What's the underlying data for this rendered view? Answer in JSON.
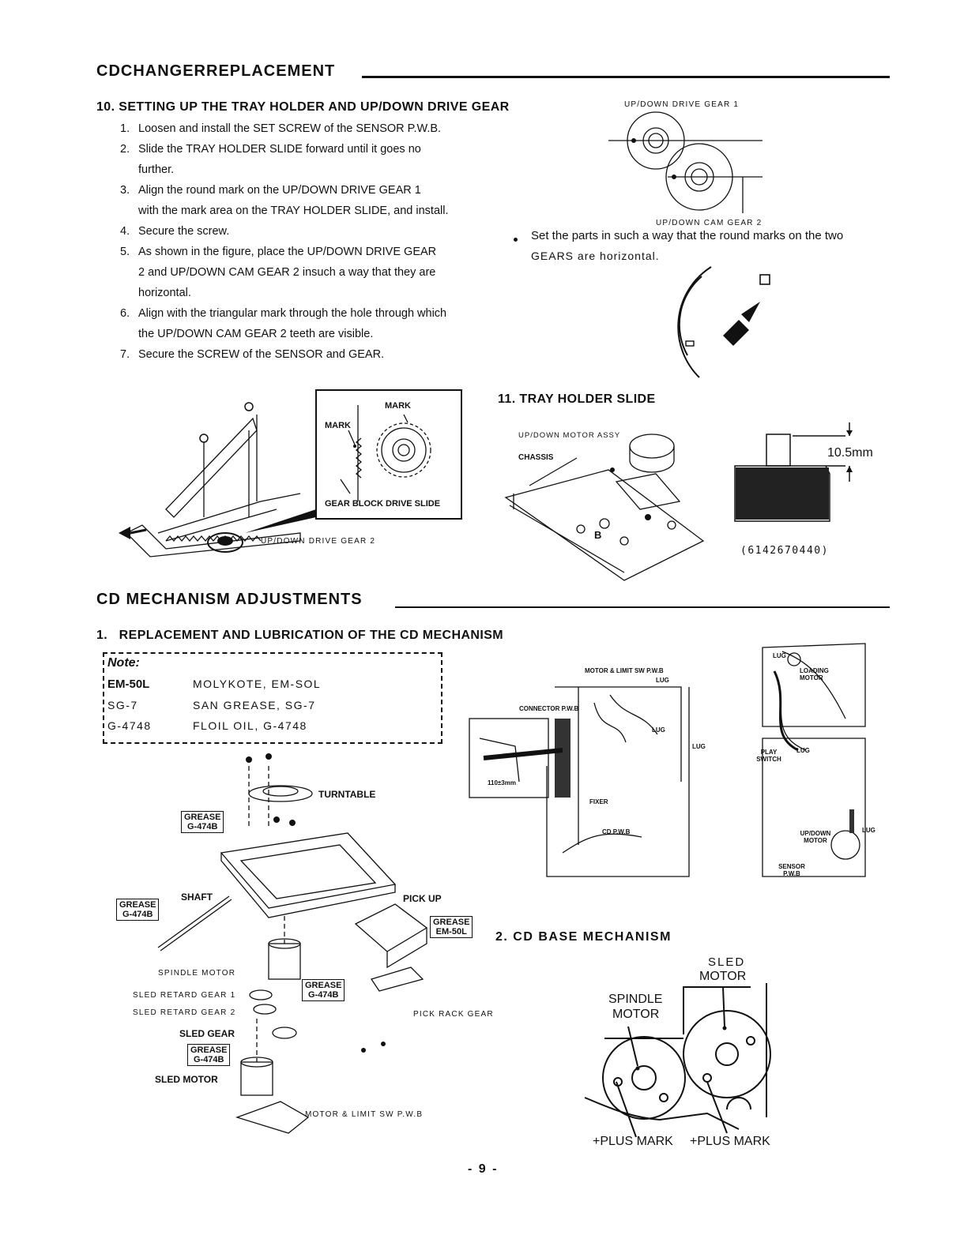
{
  "section1": {
    "title": "CDCHANGERREPLACEMENT",
    "sub10": {
      "heading": "10. SETTING UP THE TRAY HOLDER AND UP/DOWN DRIVE GEAR",
      "steps": [
        {
          "num": "1.",
          "lines": [
            "Loosen and install the SET SCREW of the SENSOR P.W.B."
          ]
        },
        {
          "num": "2.",
          "lines": [
            "Slide the TRAY HOLDER SLIDE forward until it goes no",
            "further."
          ]
        },
        {
          "num": "3.",
          "lines": [
            "Align the round mark on the UP/DOWN DRIVE GEAR 1",
            "with the mark area on the TRAY HOLDER SLIDE, and install."
          ]
        },
        {
          "num": "4.",
          "lines": [
            "Secure the screw."
          ]
        },
        {
          "num": "5.",
          "lines": [
            "As shown in the figure, place the UP/DOWN DRIVE GEAR",
            "2 and UP/DOWN CAM GEAR 2 insuch a way that they are",
            "horizontal."
          ]
        },
        {
          "num": "6.",
          "lines": [
            "Align with the triangular mark through the hole through which",
            "the UP/DOWN CAM GEAR 2 teeth are visible."
          ]
        },
        {
          "num": "7.",
          "lines": [
            "Secure the SCREW of the SENSOR and GEAR."
          ]
        }
      ],
      "gear_top_label": "UP/DOWN DRIVE GEAR 1",
      "gear_bottom_label": "UP/DOWN CAM GEAR 2",
      "bullet": [
        "Set the parts in such a way that the round marks on the two",
        "GEARS are horizontal."
      ],
      "fig": {
        "mark_a": "MARK",
        "mark_b": "MARK",
        "gear_block": "GEAR BLOCK DRIVE SLIDE",
        "drive_gear2": "UP/DOWN DRIVE GEAR 2"
      }
    },
    "sub11": {
      "heading": "11. TRAY HOLDER SLIDE",
      "motor_assy": "UP/DOWN MOTOR ASSY",
      "chassis": "CHASSIS",
      "b_label": "B",
      "dimension": "10.5mm",
      "part_no": "(6142670440)"
    }
  },
  "section2": {
    "title": "CD MECHANISM ADJUSTMENTS",
    "sub1_heading": "1.   REPLACEMENT AND LUBRICATION OF THE CD MECHANISM",
    "note": {
      "title": "Note:",
      "rows": [
        {
          "code": "EM-50L",
          "desc": "MOLYKOTE, EM-SOL"
        },
        {
          "code": "SG-7",
          "desc": "SAN GREASE, SG-7"
        },
        {
          "code": "G-4748",
          "desc": "FLOIL OIL, G-4748"
        }
      ]
    },
    "exploded": {
      "turntable": "TURNTABLE",
      "grease_1": "GREASE\nG-474B",
      "grease_2": "GREASE\nG-474B",
      "grease_3": "GREASE\nEM-50L",
      "grease_4": "GREASE\nG-474B",
      "grease_5": "GREASE\nG-474B",
      "shaft": "SHAFT",
      "pickup": "PICK UP",
      "spindle_motor": "SPINDLE MOTOR",
      "sled_retard_1": "SLED RETARD GEAR 1",
      "sled_retard_2": "SLED RETARD GEAR 2",
      "sled_gear": "SLED GEAR",
      "sled_motor": "SLED MOTOR",
      "pick_rack": "PICK RACK GEAR",
      "motor_limit": "MOTOR & LIMIT SW P.W.B"
    },
    "wiring": {
      "motor_limit": "MOTOR & LIMIT SW P.W.B",
      "lug_a": "LUG",
      "connector": "CONNECTOR P.W.B",
      "lug_b": "LUG",
      "lug_c": "LUG",
      "fixer": "FIXER",
      "cd_pwb": "CD P.W.B",
      "dim": "110±3mm"
    },
    "changer": {
      "lug_top": "LUG",
      "loading_motor": "LOADING MOTOR",
      "play_switch": "PLAY SWITCH",
      "lug_mid": "LUG",
      "updown_motor": "UP/DOWN MOTOR",
      "lug_right": "LUG",
      "sensor_pwb": "SENSOR P.W.B"
    },
    "base": {
      "heading": "2. CD BASE MECHANISM",
      "sled_motor_1": "SLED",
      "sled_motor_2": "MOTOR",
      "spindle_1": "SPINDLE",
      "spindle_2": "MOTOR",
      "plus_mark_1": "+PLUS MARK",
      "plus_mark_2": "+PLUS MARK"
    }
  },
  "footer": {
    "page": "- 9 -"
  }
}
